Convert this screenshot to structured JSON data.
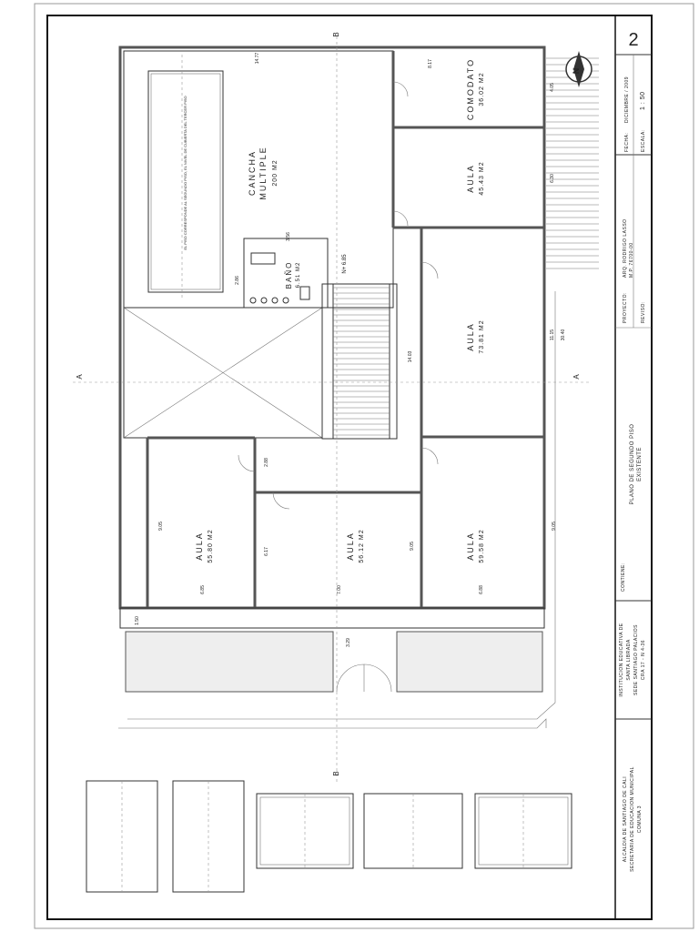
{
  "sheet_number": "2",
  "north_label": "N",
  "rooms": [
    {
      "name": "CANCHA MULTIPLE",
      "line1": "CANCHA",
      "line2": "MULTIPLE",
      "area": "200 M2"
    },
    {
      "name": "COMODATO",
      "area": "36.02 M2"
    },
    {
      "name": "AULA",
      "area": "45.43 M2"
    },
    {
      "name": "AULA",
      "area": "73.81 M2"
    },
    {
      "name": "BAÑO",
      "area": "6.51 M2"
    },
    {
      "name": "AULA",
      "area": "55.80 M2"
    },
    {
      "name": "AULA",
      "area": "56.12 M2"
    },
    {
      "name": "AULA",
      "area": "59.58 M2"
    }
  ],
  "level_mark": "N+ 6.85",
  "court_note": "EL PISO CORRESPONDE AL SEGUNDO PISO, EL NIVEL DE CUBIERTA DEL TERCER PISO",
  "dimensions": [
    "14.77",
    "8.17",
    "4.05",
    "6.30",
    "11.15",
    "30.40",
    "14.03",
    "2.86",
    "3.56",
    "2.88",
    "9.05",
    "9.05",
    "9.05",
    "6.17",
    "6.85",
    "7.00",
    "6.88",
    "1.50",
    "3.29"
  ],
  "sections": {
    "a_left": "A",
    "a_right": "A",
    "b_top": "B",
    "b_bottom": "B"
  },
  "title_block": {
    "client_line1": "ALCALDIA DE SANTIAGO DE CALI",
    "client_line2": "SECRETARIA DE EDUCACION MUNICIPAL",
    "client_line3": "COMUNA 3",
    "inst_line1": "INSTITUCION EDUCATIVA DE",
    "inst_line2": "SANTA LIBRADA",
    "inst_line3": "SEDE SANTIAGO PALACIOS",
    "inst_line4": "CRA 17 - N 4-36",
    "content_label": "CONTIENE:",
    "content_line1": "PLANO DE SEGUNDO PISO",
    "content_line2": "EXISTENTE",
    "project_label": "PROYECTO:",
    "architect": "ARQ. RODRIGO LASSO",
    "license": "M.P. 76700-00",
    "revised_label": "REVISO:",
    "date_label": "FECHA:",
    "date_value": "DICIEMBRE / 2009",
    "scale_label": "ESCALA:",
    "scale_value": "1 : 50"
  }
}
